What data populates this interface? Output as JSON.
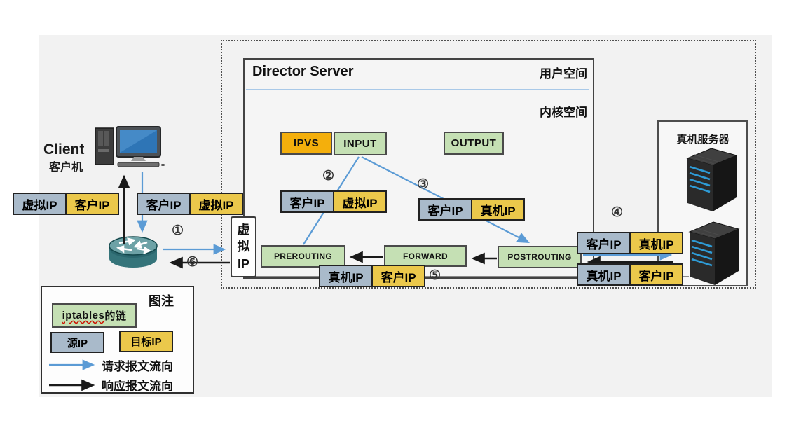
{
  "client": {
    "title": "Client",
    "subtitle": "客户机"
  },
  "director": {
    "title": "Director Server",
    "user_space_label": "用户空间",
    "kernel_space_label": "内核空间"
  },
  "netfilter": {
    "ipvs": "IPVS",
    "input": "INPUT",
    "output": "OUTPUT",
    "prerouting": "PREROUTING",
    "forward": "FORWARD",
    "postrouting": "POSTROUTING"
  },
  "virtual_ip_box": {
    "chars": [
      "虚",
      "拟",
      "IP"
    ]
  },
  "real_server": {
    "title": "真机服务器"
  },
  "packet_labels": [
    {
      "position": "client-response-left",
      "src": "虚拟IP",
      "dst": "客户IP"
    },
    {
      "position": "client-request-right",
      "src": "客户IP",
      "dst": "虚拟IP"
    },
    {
      "position": "prerouting-to-input",
      "src": "客户IP",
      "dst": "虚拟IP"
    },
    {
      "position": "input-to-postrouting",
      "src": "客户IP",
      "dst": "真机IP"
    },
    {
      "position": "postrouting-to-realserver",
      "src": "客户IP",
      "dst": "真机IP"
    },
    {
      "position": "realserver-to-postrouting",
      "src": "真机IP",
      "dst": "客户IP"
    },
    {
      "position": "bottom-response",
      "src": "真机IP",
      "dst": "客户IP"
    }
  ],
  "steps": [
    "①",
    "②",
    "③",
    "④",
    "⑤",
    "⑥"
  ],
  "legend": {
    "title": "图注",
    "chain_en": "iptables",
    "chain_zh": "的链",
    "source_ip": "源IP",
    "dest_ip": "目标IP",
    "request_flow": "请求报文流向",
    "response_flow": "响应报文流向"
  },
  "colors": {
    "request_flow": "#5b9bd5",
    "response_flow": "#1a1a1a",
    "source_ip_fill": "#a9baca",
    "dest_ip_fill": "#ebc84b",
    "chain_fill": "#c5e0b4",
    "ipvs_fill": "#f4af0c"
  }
}
